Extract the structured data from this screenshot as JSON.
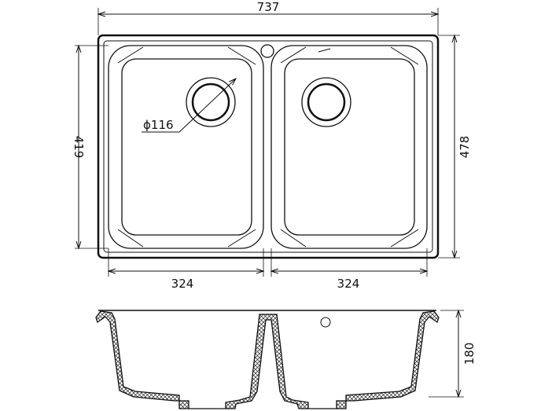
{
  "drawing": {
    "overall_width": "737",
    "overall_depth": "478",
    "bowl_depth": "419",
    "bowl_width_left": "324",
    "bowl_width_right": "324",
    "drain_diameter": "ϕ116",
    "bowl_height": "180"
  }
}
